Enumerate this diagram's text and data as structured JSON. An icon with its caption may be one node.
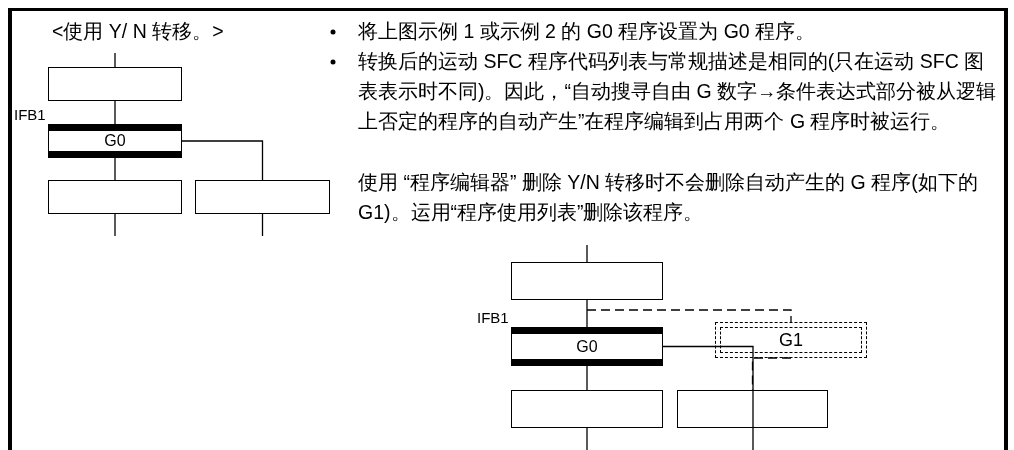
{
  "diagram": {
    "nodes": [
      {
        "text": [],
        "shape": "box"
      },
      {
        "text": [
          "G0"
        ],
        "beside": [
          "IFB1"
        ]
      },
      {
        "text": [],
        "shape": "box"
      },
      {
        "text": [],
        "shape": "box"
      },
      {
        "text": [],
        "shape": "box"
      },
      {
        "text": [
          "G0"
        ],
        "beside": [
          "IFB1"
        ]
      },
      {
        "text": [
          "G1"
        ]
      },
      {
        "text": [],
        "shape": "box"
      },
      {
        "text": [],
        "shape": "box"
      }
    ],
    "edges": [
      {
        "from": null,
        "to": 0,
        "arrow": "none"
      },
      {
        "from": 0,
        "to": 1,
        "arrow": "none"
      },
      {
        "from": 1,
        "to": 2,
        "arrow": "none"
      },
      {
        "from": 1,
        "to": 3,
        "arrow": "none"
      },
      {
        "from": 2,
        "to": null,
        "arrow": "none"
      },
      {
        "from": 3,
        "to": null,
        "arrow": "none"
      },
      {
        "from": null,
        "to": 4,
        "arrow": "none"
      },
      {
        "from": 4,
        "to": 5,
        "arrow": "none"
      },
      {
        "from": 4,
        "to": 6,
        "arrow": "none",
        "style": "dashed"
      },
      {
        "from": 6,
        "to": 8,
        "arrow": "none",
        "style": "dashed"
      },
      {
        "from": 5,
        "to": 7,
        "arrow": "none"
      },
      {
        "from": 5,
        "to": null,
        "arrow": "none"
      },
      {
        "from": 7,
        "to": null,
        "arrow": "none"
      }
    ],
    "labels": [
      "<使用 Y/ N 转移。>",
      "将上图示例 1 或示例 2 的 G0 程序设置为 G0 程序。",
      "转换后的运动 SFC 程序代码列表与常规描述是相同的(只在运动 SFC 图表表示时不同)。因此，“自动搜寻自由 G 数字→条件表达式部分被从逻辑上否定的程序的自动产生”在程序编辑到占用两个 G 程序时被运行。",
      "使用 “程序编辑器” 删除 Y/N 转移时不会删除自动产生的 G 程序(如下的 G1)。运用“程序使用列表”删除该程序。"
    ]
  }
}
